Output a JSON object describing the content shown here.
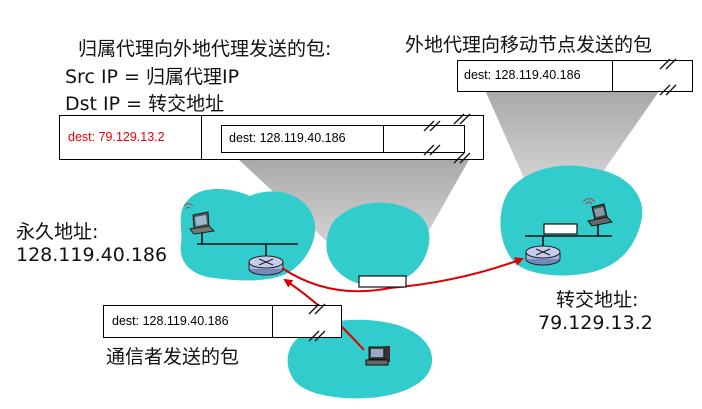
{
  "title_home_to_foreign": "归属代理向外地代理发送的包:",
  "src_ip_line": "Src IP = 归属代理IP",
  "dst_ip_line": "Dst IP = 转交地址",
  "title_foreign_to_mobile": "外地代理向移动节点发送的包",
  "permanent_address_label": "永久地址:",
  "permanent_address_value": "128.119.40.186",
  "care_of_address_label": "转交地址:",
  "care_of_address_value": "79.129.13.2",
  "correspondent_packet_label": "通信者发送的包",
  "packets": {
    "outer_dest": "dest: 79.129.13.2",
    "inner_dest": "dest: 128.119.40.186",
    "foreign_to_mobile_dest": "dest: 128.119.40.186",
    "correspondent_dest": "dest: 128.119.40.186"
  },
  "colors": {
    "network": "#33cccc",
    "beam": "#c8c8c8",
    "arrow": "#dd0000",
    "outer_dest_text": "#ee0000"
  }
}
